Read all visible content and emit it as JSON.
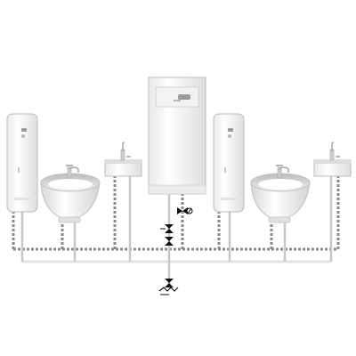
{
  "diagram": {
    "description_visible_text": [],
    "fixtures": [
      {
        "kind": "wall-heater",
        "side": "left"
      },
      {
        "kind": "washbasin",
        "side": "left"
      },
      {
        "kind": "sink-tap",
        "side": "left"
      },
      {
        "kind": "central-water-heater",
        "side": "center"
      },
      {
        "kind": "wall-heater",
        "side": "right"
      },
      {
        "kind": "washbasin",
        "side": "right"
      },
      {
        "kind": "sink-tap",
        "side": "right"
      }
    ],
    "colors": {
      "hot_pipe": "#8a8a8a",
      "cold_pipe": "#c9c9c9",
      "appliance_fill": "#fafafa",
      "appliance_edge": "#bfbfbf",
      "valve": "#111111"
    }
  }
}
